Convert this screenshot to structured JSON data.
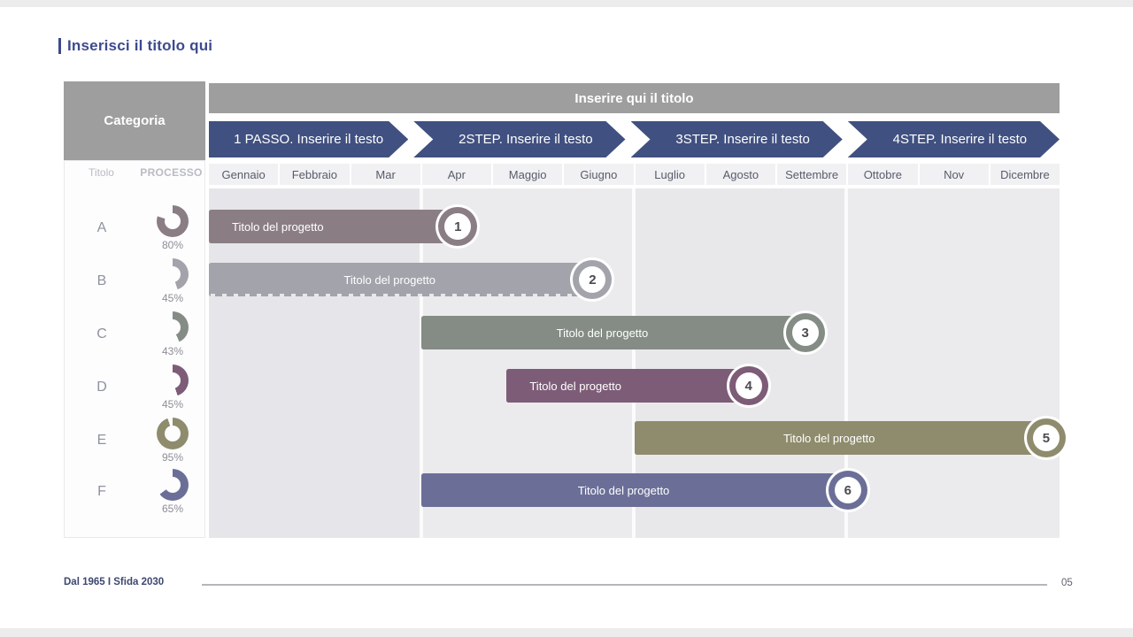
{
  "slide": {
    "title": "Inserisci il titolo qui",
    "footer_left": "Dal 1965 I Sfida 2030",
    "page_number": "05"
  },
  "category_table": {
    "header": "Categoria",
    "col_title": "Titolo",
    "col_process": "PROCESSO"
  },
  "timeline": {
    "banner_title": "Inserire qui il titolo",
    "steps": [
      "1 PASSO. Inserire il testo",
      "2STEP. Inserire il testo",
      "3STEP. Inserire il testo",
      "4STEP. Inserire il testo"
    ]
  },
  "colors": {
    "accent_navy": "#3d4a8f",
    "header_gray": "#9e9e9e",
    "arrow_blue": "#405080",
    "chart_bg": "#e9e9ec",
    "quarter_bands": [
      "#e6e6ea",
      "#ebebee",
      "#e8e8eb",
      "#ebebee"
    ]
  },
  "chart_data": {
    "type": "gantt",
    "title": "Inserire qui il titolo",
    "months": [
      "Gennaio",
      "Febbraio",
      "Mar",
      "Apr",
      "Maggio",
      "Giugno",
      "Luglio",
      "Agosto",
      "Settembre",
      "Ottobre",
      "Nov",
      "Dicembre"
    ],
    "quarter_separators_month": [
      3,
      6,
      9
    ],
    "rows": [
      {
        "category": "A",
        "pct": 80,
        "pct_label": "80%",
        "bar": {
          "number": "1",
          "label": "Titolo del progetto",
          "start_month": 0.0,
          "end_month": 3.5,
          "color": "#8a7e84",
          "label_align": "left",
          "dashed_bottom": false
        }
      },
      {
        "category": "B",
        "pct": 45,
        "pct_label": "45%",
        "bar": {
          "number": "2",
          "label": "Titolo del progetto",
          "start_month": 0.0,
          "end_month": 5.4,
          "color": "#a2a3ab",
          "label_align": "center",
          "dashed_bottom": true
        }
      },
      {
        "category": "C",
        "pct": 43,
        "pct_label": "43%",
        "bar": {
          "number": "3",
          "label": "Titolo del progetto",
          "start_month": 3.0,
          "end_month": 8.4,
          "color": "#848c85",
          "label_align": "center",
          "dashed_bottom": false
        }
      },
      {
        "category": "D",
        "pct": 45,
        "pct_label": "45%",
        "bar": {
          "number": "4",
          "label": "Titolo del progetto",
          "start_month": 4.2,
          "end_month": 7.6,
          "color": "#7d5c77",
          "label_align": "left",
          "dashed_bottom": false
        }
      },
      {
        "category": "E",
        "pct": 95,
        "pct_label": "95%",
        "bar": {
          "number": "5",
          "label": "Titolo del progetto",
          "start_month": 6.0,
          "end_month": 11.8,
          "color": "#8f8c6e",
          "label_align": "center",
          "dashed_bottom": false
        }
      },
      {
        "category": "F",
        "pct": 65,
        "pct_label": "65%",
        "bar": {
          "number": "6",
          "label": "Titolo del progetto",
          "start_month": 3.0,
          "end_month": 9.0,
          "color": "#6b6f97",
          "label_align": "center",
          "dashed_bottom": false
        }
      }
    ]
  }
}
